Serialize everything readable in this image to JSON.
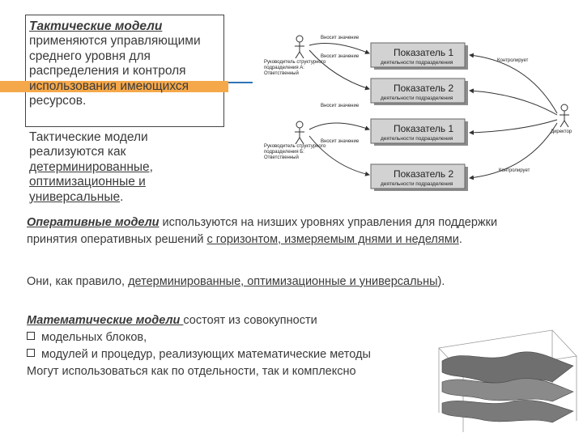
{
  "tactical": {
    "title": "Тактические модели",
    "desc": "применяются управляющими среднего уровня для распределения и контроля использования имеющихся ресурсов.",
    "p2_start": "Тактические модели реализуются как ",
    "p2_link": "детерминированные, оптимизационные и универсальные",
    "p2_end": "."
  },
  "diagram": {
    "enters_value": "Вносит значение",
    "head_label_a": "Руководитель структурного подразделения А: Ответственный",
    "head_label_b": "Руководитель структурного подразделения Б: Ответственный",
    "box1_title": "Показатель 1",
    "box2_title": "Показатель 2",
    "box_sub": "деятельности подразделения",
    "controls": "Контролирует",
    "director": "Директор"
  },
  "operative": {
    "title": "Оперативные модели",
    "text1": " используются  на низших уровнях управления для поддержки принятия оперативных  решений ",
    "link1": "с горизонтом,  измеряемым днями и неделями",
    "text1_end": ".",
    "text2_start": "Они, как правило, ",
    "link2": "детерминированные, оптимизационные и универсальны",
    "text2_end": ")."
  },
  "math": {
    "title": "Математические модели ",
    "text": "состоят из совокупности",
    "items": [
      "модельных блоков,",
      "модулей и процедур, реализующих математические методы"
    ],
    "final": "Могут использоваться как по отдельности, так и комплексно"
  }
}
